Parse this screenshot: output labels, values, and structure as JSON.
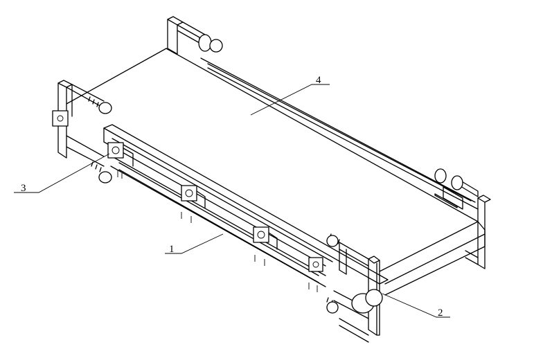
{
  "labels": [
    {
      "id": "1",
      "text": "1"
    },
    {
      "id": "2",
      "text": "2"
    },
    {
      "id": "3",
      "text": "3"
    },
    {
      "id": "4",
      "text": "4"
    }
  ],
  "colors": {
    "line": "#000000",
    "background": "#ffffff"
  }
}
